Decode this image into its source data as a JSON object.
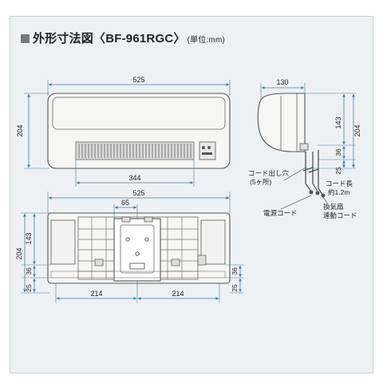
{
  "title": {
    "main": "外形寸法図〈BF-961RGC〉",
    "unit": "(単位:mm)"
  },
  "front_view": {
    "width": "525",
    "height": "204",
    "inner_width": "344"
  },
  "side_view": {
    "depth": "130",
    "height": "204",
    "upper": "143",
    "mid": "36",
    "low": "25"
  },
  "cord_labels": {
    "cord_outlet": "コード出し穴",
    "cord_outlet_count": "(5ヶ所)",
    "cord_length_1": "コード長",
    "cord_length_2": "約1.2m",
    "power_cord": "電源コード",
    "fan_link_1": "換気扇",
    "fan_link_2": "連動コード"
  },
  "back_view": {
    "width": "525",
    "center": "65",
    "height": "204",
    "upper": "143",
    "mid": "36",
    "low": "25",
    "right_mid": "36",
    "right_low": "25",
    "left_span": "214",
    "right_span": "214"
  }
}
